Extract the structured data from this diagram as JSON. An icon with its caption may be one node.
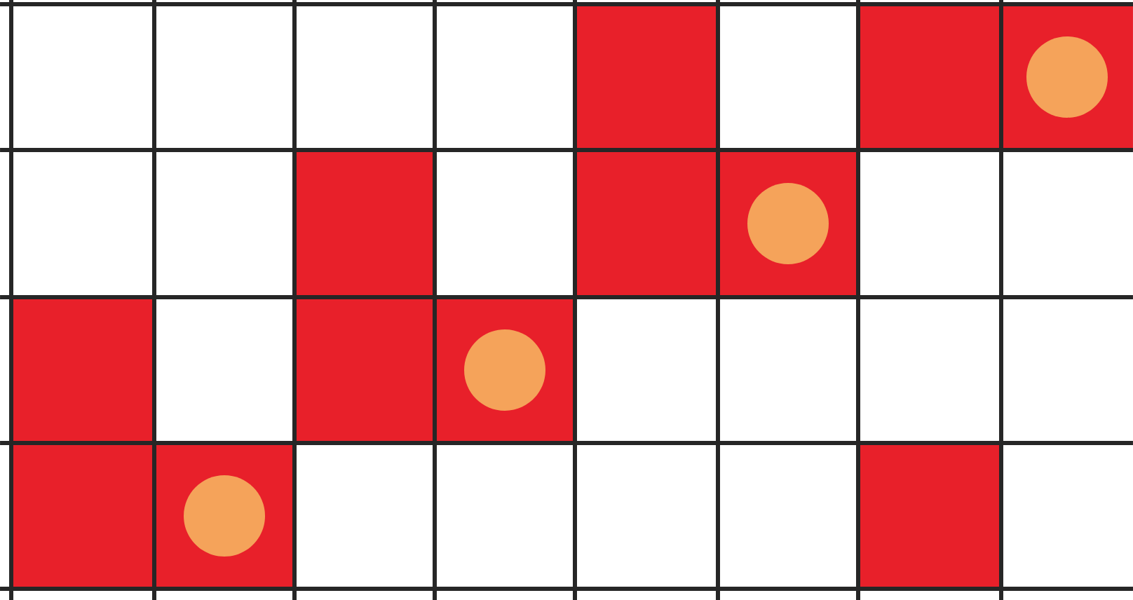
{
  "diagram": {
    "nodes": [
      {
        "text": [],
        "shape": "box"
      },
      {
        "text": [],
        "shape": "box"
      },
      {
        "text": [],
        "shape": "box"
      },
      {
        "text": [],
        "shape": "circle",
        "in": 2
      },
      {
        "text": [],
        "shape": "box"
      },
      {
        "text": [],
        "shape": "box"
      },
      {
        "text": [],
        "shape": "box"
      },
      {
        "text": [],
        "shape": "circle",
        "in": 6
      },
      {
        "text": [],
        "shape": "box"
      },
      {
        "text": [],
        "shape": "box"
      },
      {
        "text": [],
        "shape": "box"
      },
      {
        "text": [],
        "shape": "circle",
        "in": 10
      },
      {
        "text": [],
        "shape": "box"
      },
      {
        "text": [],
        "shape": "box"
      },
      {
        "text": [],
        "shape": "circle",
        "in": 13
      },
      {
        "text": [],
        "shape": "box"
      }
    ]
  }
}
